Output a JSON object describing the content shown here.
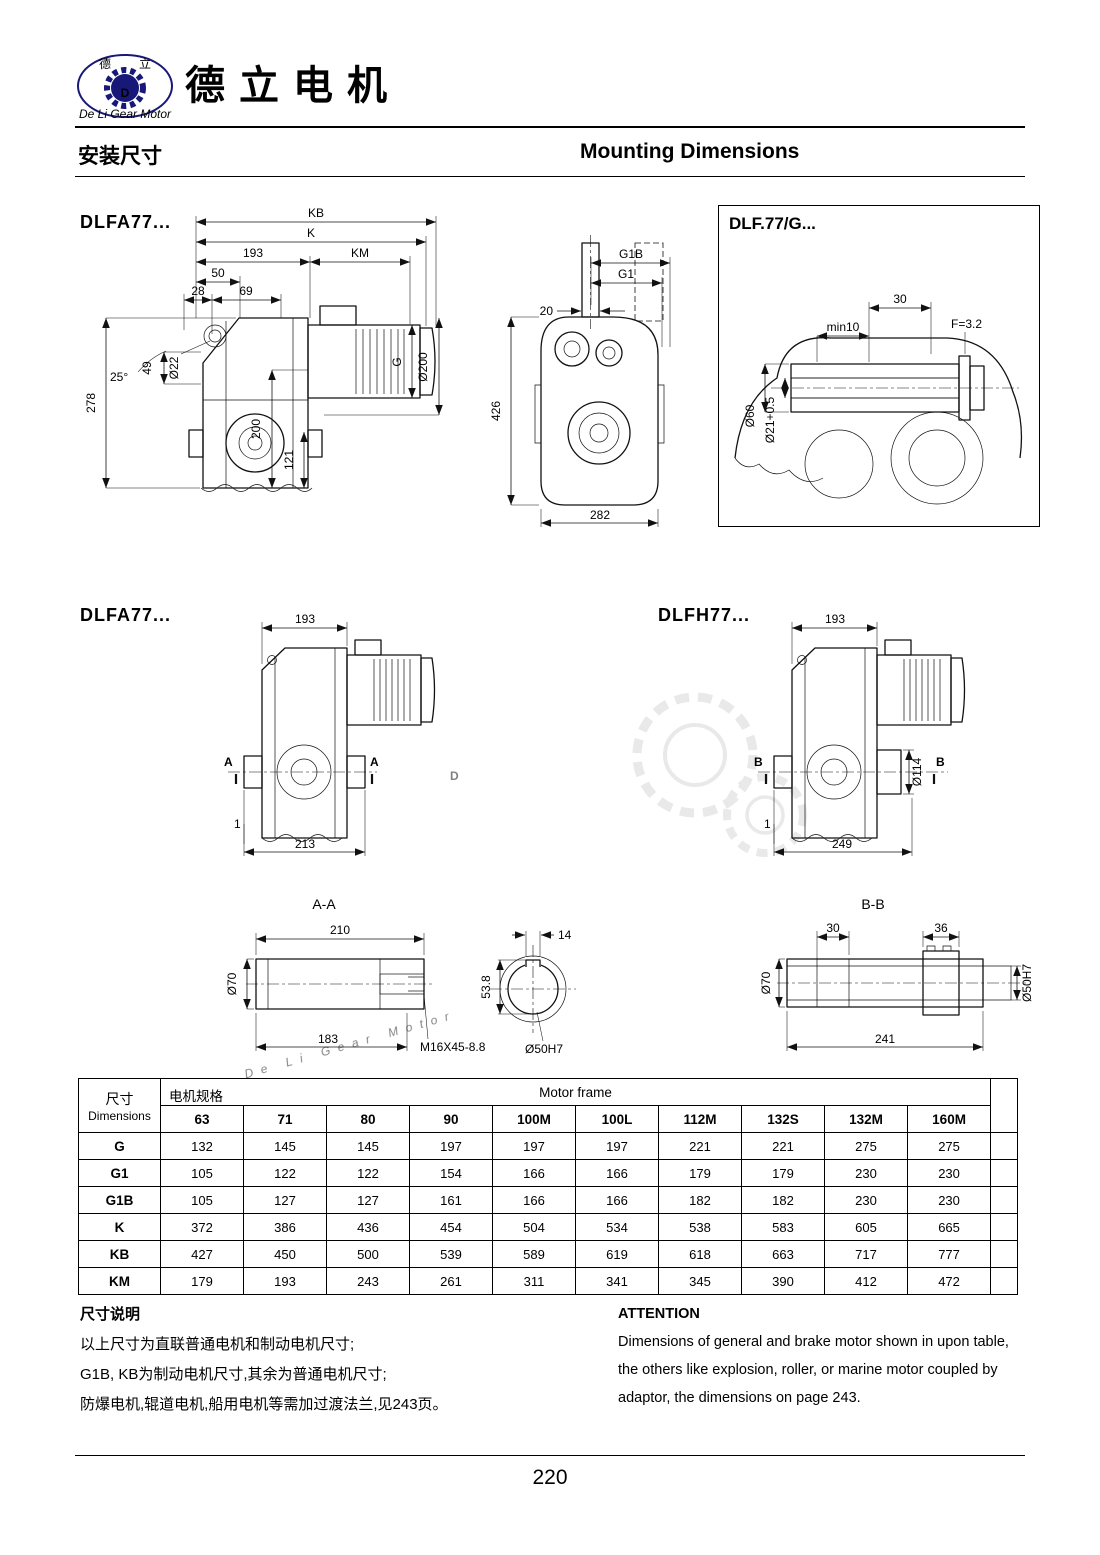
{
  "header": {
    "brand": "德立电机",
    "logo": {
      "text": "De Li Gear Motor",
      "d_char": "德",
      "l_char": "立",
      "monogram": "D"
    }
  },
  "titles": {
    "cn": "安装尺寸",
    "en": "Mounting Dimensions"
  },
  "figures": {
    "f1": {
      "label": "DLFA77...",
      "dims": {
        "kb": "KB",
        "k": "K",
        "d193": "193",
        "km": "KM",
        "d50": "50",
        "d28": "28",
        "d69": "69",
        "angle": "25°",
        "d49": "49",
        "dia22": "Ø22",
        "d278": "278",
        "d200": "200",
        "d121": "121",
        "g": "G",
        "dia200": "Ø200",
        "d426": "426",
        "d282": "282",
        "g1b": "G1B",
        "g1": "G1",
        "d20": "20"
      }
    },
    "f2": {
      "label": "DLF.77/G...",
      "dims": {
        "d30": "30",
        "min10": "min10",
        "f": "F=3.2",
        "dia60": "Ø60",
        "dia21": "Ø21+0.5"
      }
    },
    "f3": {
      "label": "DLFA77...",
      "dims": {
        "d193": "193",
        "a": "A",
        "d1": "1",
        "d213": "213"
      }
    },
    "f4": {
      "label": "DLFH77...",
      "dims": {
        "d193": "193",
        "b": "B",
        "dia114": "Ø114",
        "d1": "1",
        "d249": "249"
      }
    },
    "aa": {
      "title": "A-A",
      "dims": {
        "d210": "210",
        "dia70": "Ø70",
        "d183": "183",
        "thread": "M16X45-8.8",
        "d14": "14",
        "d538": "53.8",
        "dia50": "Ø50H7"
      }
    },
    "bb": {
      "title": "B-B",
      "dims": {
        "d30": "30",
        "d36": "36",
        "dia70": "Ø70",
        "d241": "241",
        "dia50": "Ø50H7"
      }
    }
  },
  "table": {
    "dim_cn": "尺寸",
    "dim_en": "Dimensions",
    "frame_cn": "电机规格",
    "frame_en": "Motor frame",
    "columns": [
      "63",
      "71",
      "80",
      "90",
      "100M",
      "100L",
      "112M",
      "132S",
      "132M",
      "160M"
    ],
    "rows": [
      {
        "label": "G",
        "values": [
          "132",
          "145",
          "145",
          "197",
          "197",
          "197",
          "221",
          "221",
          "275",
          "275"
        ]
      },
      {
        "label": "G1",
        "values": [
          "105",
          "122",
          "122",
          "154",
          "166",
          "166",
          "179",
          "179",
          "230",
          "230"
        ]
      },
      {
        "label": "G1B",
        "values": [
          "105",
          "127",
          "127",
          "161",
          "166",
          "166",
          "182",
          "182",
          "230",
          "230"
        ]
      },
      {
        "label": "K",
        "values": [
          "372",
          "386",
          "436",
          "454",
          "504",
          "534",
          "538",
          "583",
          "605",
          "665"
        ]
      },
      {
        "label": "KB",
        "values": [
          "427",
          "450",
          "500",
          "539",
          "589",
          "619",
          "618",
          "663",
          "717",
          "777"
        ]
      },
      {
        "label": "KM",
        "values": [
          "179",
          "193",
          "243",
          "261",
          "311",
          "341",
          "345",
          "390",
          "412",
          "472"
        ]
      }
    ]
  },
  "notes": {
    "title": "尺寸说明",
    "line1": "以上尺寸为直联普通电机和制动电机尺寸;",
    "line2": "G1B, KB为制动电机尺寸,其余为普通电机尺寸;",
    "line3": "防爆电机,辊道电机,船用电机等需加过渡法兰,见243页。"
  },
  "attention": {
    "title": "ATTENTION",
    "line1": "Dimensions of general and brake motor shown in upon table,",
    "line2": "the others like explosion, roller, or marine motor coupled by",
    "line3": "adaptor, the dimensions on page 243."
  },
  "footer": {
    "page_number": "220"
  },
  "watermark": {
    "letter": "D",
    "text": "De Li Gear Motor"
  }
}
